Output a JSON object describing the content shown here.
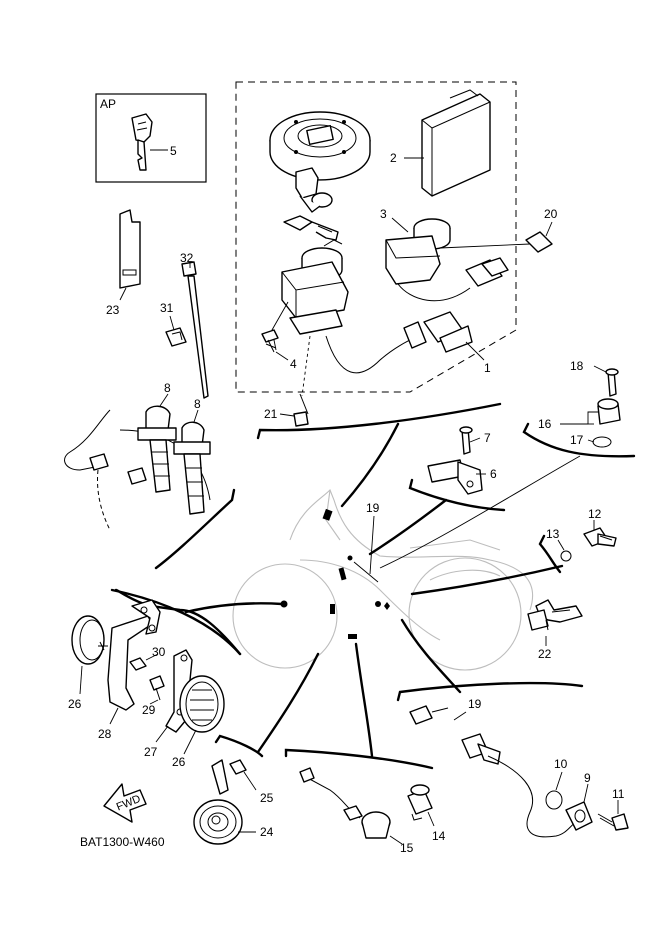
{
  "ap_box_label": "AP",
  "doc_code": "BAT1300-W460",
  "fwd_label": "FWD",
  "parts": {
    "p1": "1",
    "p2": "2",
    "p3": "3",
    "p4": "4",
    "p5": "5",
    "p6": "6",
    "p7": "7",
    "p8a": "8",
    "p8b": "8",
    "p9": "9",
    "p10": "10",
    "p11": "11",
    "p12": "12",
    "p13": "13",
    "p14": "14",
    "p15": "15",
    "p16": "16",
    "p17": "17",
    "p18": "18",
    "p19a": "19",
    "p19b": "19",
    "p20": "20",
    "p21": "21",
    "p22": "22",
    "p23": "23",
    "p24": "24",
    "p25": "25",
    "p26a": "26",
    "p26b": "26",
    "p27": "27",
    "p28": "28",
    "p29": "29",
    "p30": "30",
    "p31": "31",
    "p32": "32"
  }
}
